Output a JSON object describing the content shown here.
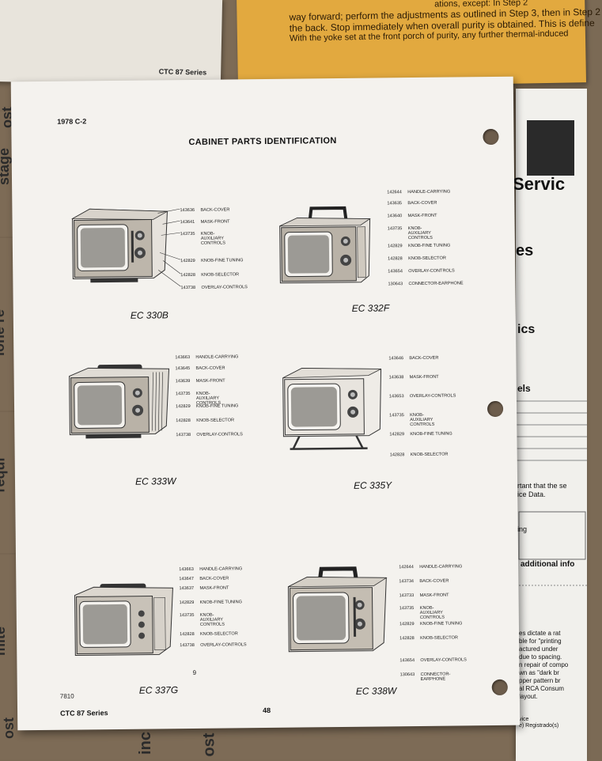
{
  "background": {
    "top_left_sheet": {
      "series": "CTC 87 Series"
    },
    "top_orange_sheet": {
      "lines": [
        "ations, except: In Step 2",
        "way forward; perform the adjustments as outlined in Step 3, then in Step 2",
        "the back. Stop immediately when overall purity is obtained. This is define",
        "With the yoke set at the front porch of purity, any further thermal-induced"
      ]
    },
    "right_sheet": {
      "texts": [
        "Servic",
        "es",
        "ics",
        "els",
        "rtant that the se",
        "ice Data.",
        "ing",
        "additional info",
        "es dictate a rat",
        "ble for \"printing",
        "actured under",
        "due to spacing.",
        "n repair of compo",
        "wn as \"dark br",
        "pper pattern br",
        "al RCA Consum",
        "layout.",
        "vice",
        "e) Registrado(s)"
      ]
    },
    "left_edge_words": [
      "stage",
      "ost",
      "ione re",
      "requi",
      "mite",
      "ost"
    ],
    "bottom_words": [
      "inc",
      "ost"
    ]
  },
  "page": {
    "header": "1978 C-2",
    "title": "CABINET PARTS IDENTIFICATION",
    "footer_code": "7810",
    "footer_series": "CTC 87 Series",
    "page_number": "48",
    "stray_mark": "9",
    "models": [
      {
        "id": "EC 330B",
        "parts": [
          [
            "143636",
            "BACK-COVER"
          ],
          [
            "143641",
            "MASK-FRONT"
          ],
          [
            "143735",
            "KNOB-AUXILIARY CONTROLS"
          ],
          [
            "142829",
            "KNOB-FINE TUNING"
          ],
          [
            "142828",
            "KNOB-SELECTOR"
          ],
          [
            "143738",
            "OVERLAY-CONTROLS"
          ]
        ]
      },
      {
        "id": "EC 332F",
        "parts": [
          [
            "142644",
            "HANDLE-CARRYING"
          ],
          [
            "143635",
            "BACK-COVER"
          ],
          [
            "143640",
            "MASK-FRONT"
          ],
          [
            "143735",
            "KNOB-AUXILIARY CONTROLS"
          ],
          [
            "142829",
            "KNOB-FINE TUNING"
          ],
          [
            "142828",
            "KNOB-SELECTOR"
          ],
          [
            "143654",
            "OVERLAY-CONTROLS"
          ],
          [
            "130643",
            "CONNECTOR-EARPHONE"
          ]
        ]
      },
      {
        "id": "EC 333W",
        "parts": [
          [
            "143663",
            "HANDLE-CARRYING"
          ],
          [
            "143645",
            "BACK-COVER"
          ],
          [
            "143639",
            "MASK-FRONT"
          ],
          [
            "143735",
            "KNOB-AUXILIARY CONTROLS"
          ],
          [
            "142829",
            "KNOB-FINE TUNING"
          ],
          [
            "142828",
            "KNOB-SELECTOR"
          ],
          [
            "143738",
            "OVERLAY-CONTROLS"
          ]
        ]
      },
      {
        "id": "EC 335Y",
        "parts": [
          [
            "143646",
            "BACK-COVER"
          ],
          [
            "143638",
            "MASK-FRONT"
          ],
          [
            "143653",
            "OVERLAY-CONTROLS"
          ],
          [
            "143735",
            "KNOB-AUXILIARY CONTROLS"
          ],
          [
            "142829",
            "KNOB-FINE TUNING"
          ],
          [
            "142828",
            "KNOB-SELECTOR"
          ]
        ]
      },
      {
        "id": "EC 337G",
        "parts": [
          [
            "143663",
            "HANDLE-CARRYING"
          ],
          [
            "143647",
            "BACK-COVER"
          ],
          [
            "143637",
            "MASK-FRONT"
          ],
          [
            "142829",
            "KNOB-FINE TUNING"
          ],
          [
            "143735",
            "KNOB-AUXILIARY CONTROLS"
          ],
          [
            "142828",
            "KNOB-SELECTOR"
          ],
          [
            "143738",
            "OVERLAY-CONTROLS"
          ]
        ]
      },
      {
        "id": "EC 338W",
        "parts": [
          [
            "142644",
            "HANDLE-CARRYING"
          ],
          [
            "143734",
            "BACK-COVER"
          ],
          [
            "143733",
            "MASK-FRONT"
          ],
          [
            "143735",
            "KNOB-AUXILIARY CONTROLS"
          ],
          [
            "142829",
            "KNOB-FINE TUNING"
          ],
          [
            "142828",
            "KNOB-SELECTOR"
          ],
          [
            "143654",
            "OVERLAY-CONTROLS"
          ],
          [
            "130643",
            "CONNECTOR-EARPHONE"
          ]
        ]
      }
    ]
  }
}
